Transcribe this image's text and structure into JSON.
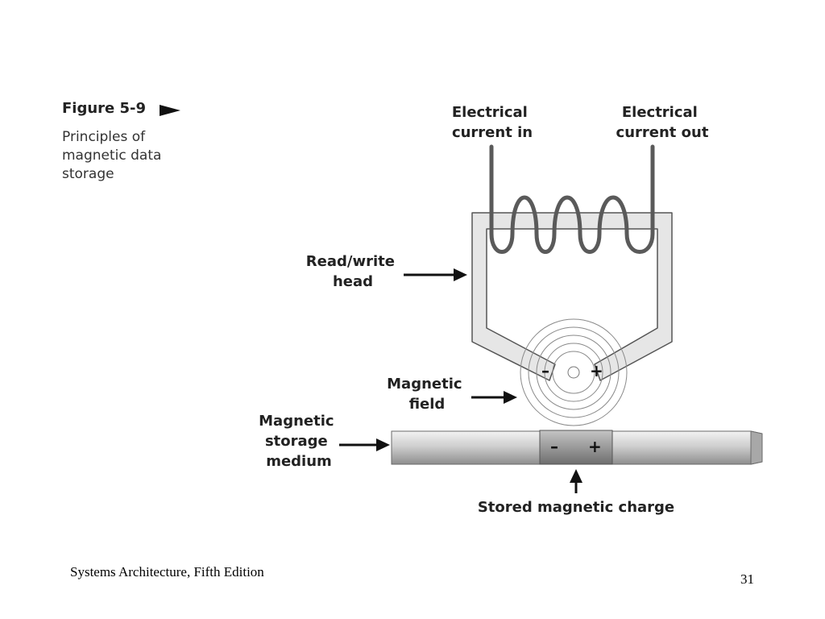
{
  "figure": {
    "title": "Figure 5-9",
    "caption": "Principles of\nmagnetic data\nstorage"
  },
  "labels": {
    "current_in": [
      "Electrical",
      "current in"
    ],
    "current_out": [
      "Electrical",
      "current out"
    ],
    "read_write_head": [
      "Read/write",
      "head"
    ],
    "magnetic_field": [
      "Magnetic",
      "field"
    ],
    "storage_medium": [
      "Magnetic",
      "storage",
      "medium"
    ],
    "stored_charge": "Stored magnetic charge"
  },
  "symbols": {
    "minus": "–",
    "plus": "+"
  },
  "footer": {
    "left": "Systems Architecture, Fifth Edition",
    "page": "31"
  }
}
